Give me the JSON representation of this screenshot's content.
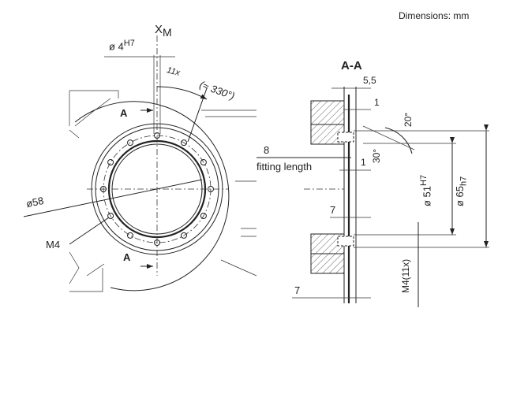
{
  "units_label": "Dimensions: mm",
  "front_view": {
    "axis_label": "X",
    "axis_sub": "M",
    "pin_dia": "ø 4",
    "pin_tol": "H7",
    "hole_count": "11x",
    "angle": "(≈ 330°)",
    "section_mark_top": "A",
    "section_mark_bottom": "A",
    "bolt_circle_dia": "ø58",
    "thread": "M4"
  },
  "section_view": {
    "title": "A-A",
    "dim_5_5": "5,5",
    "dim_1_top": "1",
    "angle_20": "20°",
    "angle_30": "30°",
    "dim_8": "8",
    "fitting_length": "fitting length",
    "dim_1_mid": "1",
    "dim_7_mid": "7",
    "dim_7_bottom": "7",
    "dia_51": "ø 51",
    "dia_51_tol": "H7",
    "dia_65": "ø 65",
    "dia_65_tol": "h7",
    "thread_label": "M4",
    "thread_count": "(11x)"
  }
}
